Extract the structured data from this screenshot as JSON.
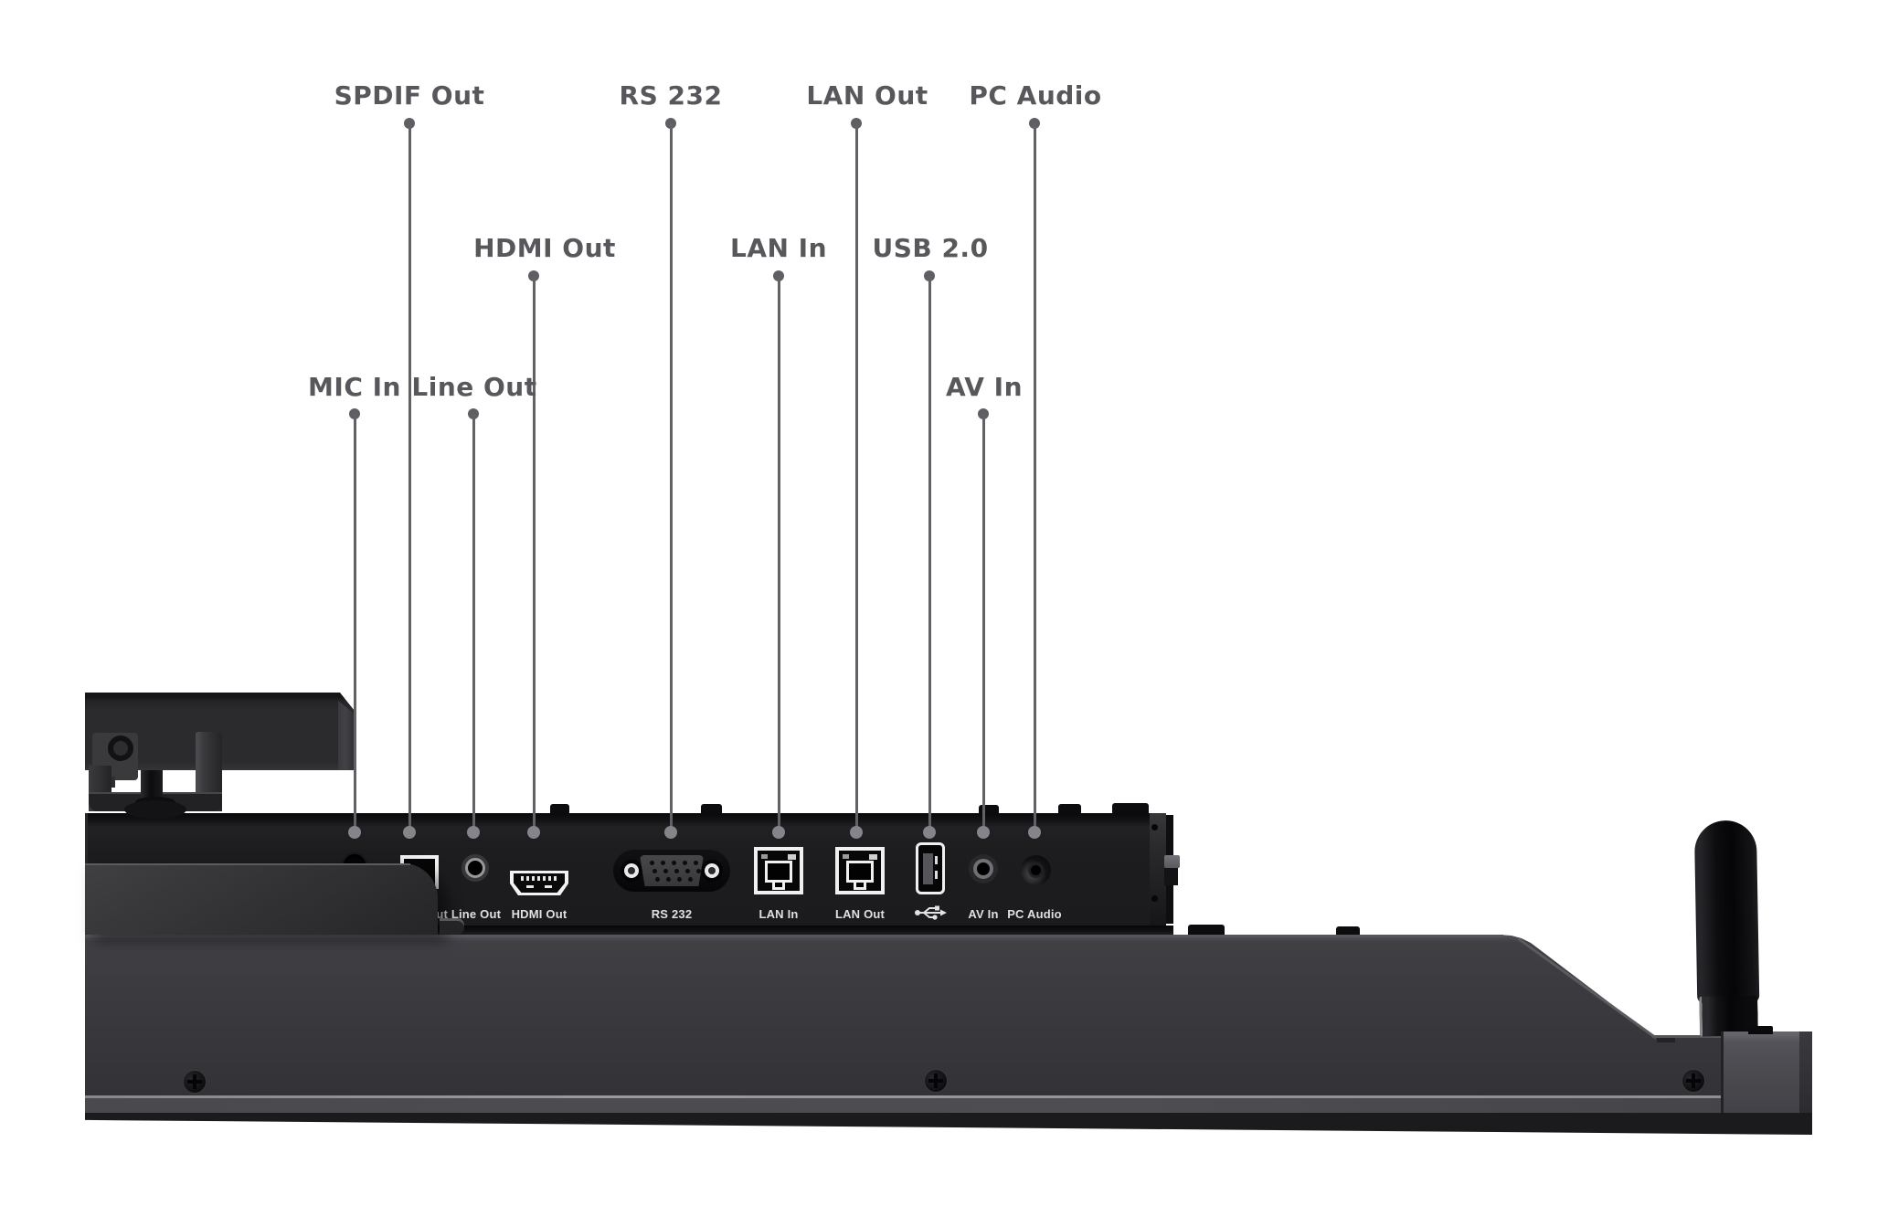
{
  "figure": {
    "type": "product-port-diagram",
    "background": "#ffffff"
  },
  "callouts": [
    {
      "label": "SPDIF Out"
    },
    {
      "label": "RS 232"
    },
    {
      "label": "LAN Out"
    },
    {
      "label": "PC Audio"
    },
    {
      "label": "HDMI Out"
    },
    {
      "label": "LAN In"
    },
    {
      "label": "USB 2.0"
    },
    {
      "label": "MIC In"
    },
    {
      "label": "Line Out"
    },
    {
      "label": "AV In"
    }
  ],
  "port_strip": {
    "labels": [
      {
        "label": "SPDIF Out"
      },
      {
        "label": "Line Out"
      },
      {
        "label": "HDMI Out"
      },
      {
        "label": "RS 232"
      },
      {
        "label": "LAN In"
      },
      {
        "label": "LAN Out"
      },
      {
        "label": "AV In"
      },
      {
        "label": "PC Audio"
      }
    ],
    "usb_icon": "usb-trident"
  },
  "colors": {
    "background": "#ffffff",
    "callout_text": "#58585c",
    "leader_line": "#626266",
    "port_label_text": "#e0e0e2",
    "bar_dark": "#1d1d1f",
    "body_gray": "#3c3c41"
  }
}
